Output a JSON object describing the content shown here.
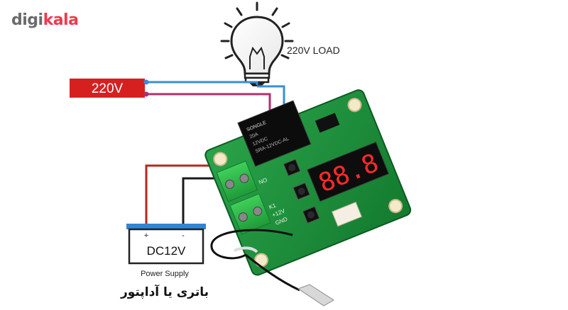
{
  "brand": {
    "logo_part1": "digi",
    "logo_part2": "kala"
  },
  "labels": {
    "voltage_source": "220V",
    "load": "220V LOAD",
    "battery_voltage": "DC12V",
    "plus": "+",
    "minus": "-",
    "power_supply": "Power Supply",
    "persian_caption": "باتری یا آداپتور"
  },
  "relay": {
    "brand": "SONGLE",
    "line1": "20A",
    "line2": "12VDC",
    "line3": "SRA-12VDC-AL"
  },
  "board": {
    "pin_gnd": "GND",
    "pin_12v": "+12V",
    "pin_k1": "K1",
    "pin_no": "NO",
    "display_digits": "88.8"
  },
  "colors": {
    "wire_blue": "#3a8fd1",
    "wire_magenta": "#b0306e",
    "wire_red": "#b22a1e",
    "wire_black": "#1a1a1a",
    "source_box": "#d62020",
    "pcb_green": "#1e8a3a",
    "display_red": "#ff2a2a"
  }
}
